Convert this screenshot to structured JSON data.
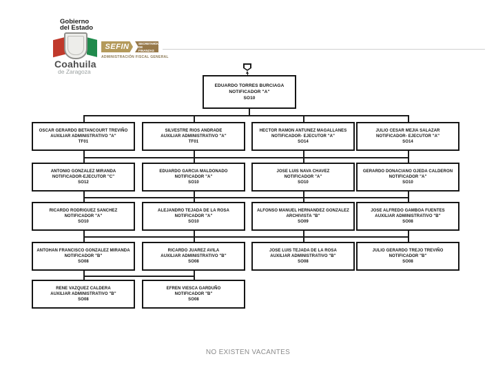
{
  "header": {
    "gobierno_line1": "Gobierno",
    "gobierno_line2": "del Estado",
    "sefin": "SEFIN",
    "secretaria_line1": "SECRETARÍA",
    "secretaria_line2": "DE FINANZAS",
    "subtitle": "ADMINISTRACIÓN FISCAL GENERAL",
    "coahuila": "Coahuila",
    "zaragoza": "de Zaragoza"
  },
  "icons": {
    "root_marker": "shield-arrow-icon",
    "emblem": "coat-of-arms-icon"
  },
  "colors": {
    "sefin_tan": "#b49a5b",
    "sefin_brown": "#97794a",
    "flag_red": "#c0392b",
    "flag_green": "#1f8a4c",
    "line_black": "#1a1a1a",
    "note_gray": "#8a8a8a"
  },
  "org": {
    "root": {
      "name": "EDUARDO TORRES BURCIAGA",
      "title": "NOTIFICADOR \"A\"",
      "code": "SO10"
    },
    "nodes": [
      {
        "row": 1,
        "col": 1,
        "name": "OSCAR GERARDO BETANCOURT TREVIÑO",
        "title": "AUXILIAR ADMINISTRATIVO \"A\"",
        "code": "TF01"
      },
      {
        "row": 1,
        "col": 2,
        "name": "SILVESTRE RIOS ANDRADE",
        "title": "AUXILIAR ADMINISTRATIVO \"A\"",
        "code": "TF01"
      },
      {
        "row": 1,
        "col": 3,
        "name": "HECTOR RAMON ANTUNEZ MAGALLANES",
        "title": "NOTIFICADOR- EJECUTOR \"A\"",
        "code": "SO14"
      },
      {
        "row": 1,
        "col": 4,
        "name": "JULIO CESAR MEJIA SALAZAR",
        "title": "NOTIFICADOR- EJECUTOR \"A\"",
        "code": "SO14"
      },
      {
        "row": 2,
        "col": 1,
        "name": "ANTONIO GONZALEZ MIRANDA",
        "title": "NOTIFICADOR-EJECUTOR \"C\"",
        "code": "SO12"
      },
      {
        "row": 2,
        "col": 2,
        "name": "EDUARDO GARCIA MALDONADO",
        "title": "NOTIFICADOR \"A\"",
        "code": "SO10"
      },
      {
        "row": 2,
        "col": 3,
        "name": "JOSE LUIS NAVA CHAVEZ",
        "title": "NOTIFICADOR \"A\"",
        "code": "SO10"
      },
      {
        "row": 2,
        "col": 4,
        "name": "GERARDO DONACIANO OJEDA CALDERON",
        "title": "NOTIFICADOR \"A\"",
        "code": "SO10"
      },
      {
        "row": 3,
        "col": 1,
        "name": "RICARDO RODRIGUEZ SANCHEZ",
        "title": "NOTIFICADOR \"A\"",
        "code": "SO10"
      },
      {
        "row": 3,
        "col": 2,
        "name": "ALEJANDRO TEJADA DE LA ROSA",
        "title": "NOTIFICADOR \"A\"",
        "code": "SO10"
      },
      {
        "row": 3,
        "col": 3,
        "name": "ALFONSO MANUEL HERNANDEZ GONZALEZ",
        "title": "ARCHIVISTA \"B\"",
        "code": "SO09"
      },
      {
        "row": 3,
        "col": 4,
        "name": "JOSE ALFREDO GAMBOA FUENTES",
        "title": "AUXILIAR ADMINISTRATIVO \"B\"",
        "code": "SO08"
      },
      {
        "row": 4,
        "col": 1,
        "name": "ANTOHAN FRANCISCO GONZALEZ MIRANDA",
        "title": "NOTIFICADOR \"B\"",
        "code": "SO08"
      },
      {
        "row": 4,
        "col": 2,
        "name": "RICARDO JUAREZ AVILA",
        "title": "AUXILIAR ADMINISTRATIVO \"B\"",
        "code": "SO08"
      },
      {
        "row": 4,
        "col": 3,
        "name": "JOSE LUIS TEJADA DE LA ROSA",
        "title": "AUXILIAR ADMINISTRATIVO \"B\"",
        "code": "SO08"
      },
      {
        "row": 4,
        "col": 4,
        "name": "JULIO GERARDO TREJO TREVIÑO",
        "title": "NOTIFICADOR \"B\"",
        "code": "SO08"
      },
      {
        "row": 5,
        "col": 1,
        "name": "RENE VAZQUEZ CALDERA",
        "title": "AUXILIAR ADMINISTRATIVO \"B\"",
        "code": "SO08"
      },
      {
        "row": 5,
        "col": 2,
        "name": "EFREN VIESCA GARDUÑO",
        "title": "NOTIFICADOR \"B\"",
        "code": "SO08"
      }
    ]
  },
  "footer": {
    "note": "NO EXISTEN VACANTES"
  }
}
